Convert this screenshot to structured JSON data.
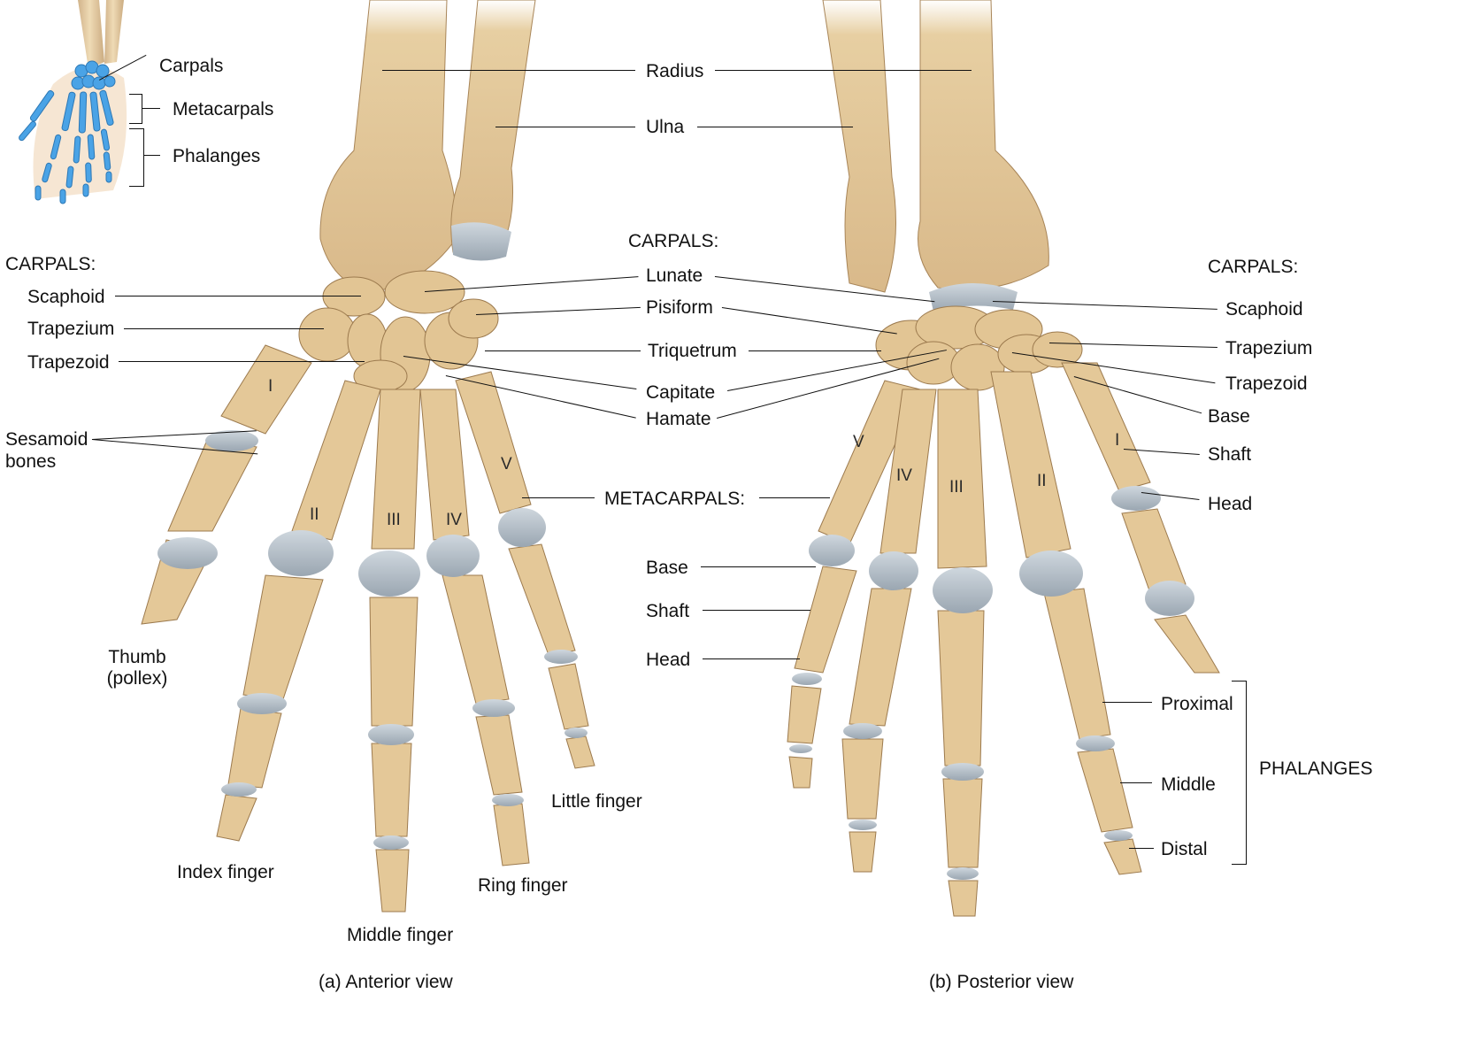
{
  "inset": {
    "carpals": "Carpals",
    "metacarpals": "Metacarpals",
    "phalanges": "Phalanges",
    "bone_color": "#4aa3e6"
  },
  "anterior": {
    "carpals_heading": "CARPALS:",
    "scaphoid": "Scaphoid",
    "trapezium": "Trapezium",
    "trapezoid": "Trapezoid",
    "sesamoid_1": "Sesamoid",
    "sesamoid_2": "bones",
    "thumb_1": "Thumb",
    "thumb_2": "(pollex)",
    "index": "Index finger",
    "middle": "Middle finger",
    "ring": "Ring finger",
    "little": "Little finger",
    "roman": [
      "I",
      "II",
      "III",
      "IV",
      "V"
    ],
    "caption": "(a) Anterior view"
  },
  "center": {
    "radius": "Radius",
    "ulna": "Ulna",
    "carpals_heading": "CARPALS:",
    "lunate": "Lunate",
    "pisiform": "Pisiform",
    "triquetrum": "Triquetrum",
    "capitate": "Capitate",
    "hamate": "Hamate",
    "metacarpals_heading": "METACARPALS:",
    "base": "Base",
    "shaft": "Shaft",
    "head": "Head"
  },
  "posterior": {
    "carpals_heading": "CARPALS:",
    "scaphoid": "Scaphoid",
    "trapezium": "Trapezium",
    "trapezoid": "Trapezoid",
    "base": "Base",
    "shaft": "Shaft",
    "head": "Head",
    "proximal": "Proximal",
    "middle": "Middle",
    "distal": "Distal",
    "phalanges_heading": "PHALANGES",
    "roman": [
      "V",
      "IV",
      "III",
      "II",
      "I"
    ],
    "caption": "(b) Posterior view"
  },
  "colors": {
    "bone": "#e6cb9c",
    "bone_shade": "#b99466",
    "cartilage": "#b9c3cc",
    "line": "#111111"
  }
}
